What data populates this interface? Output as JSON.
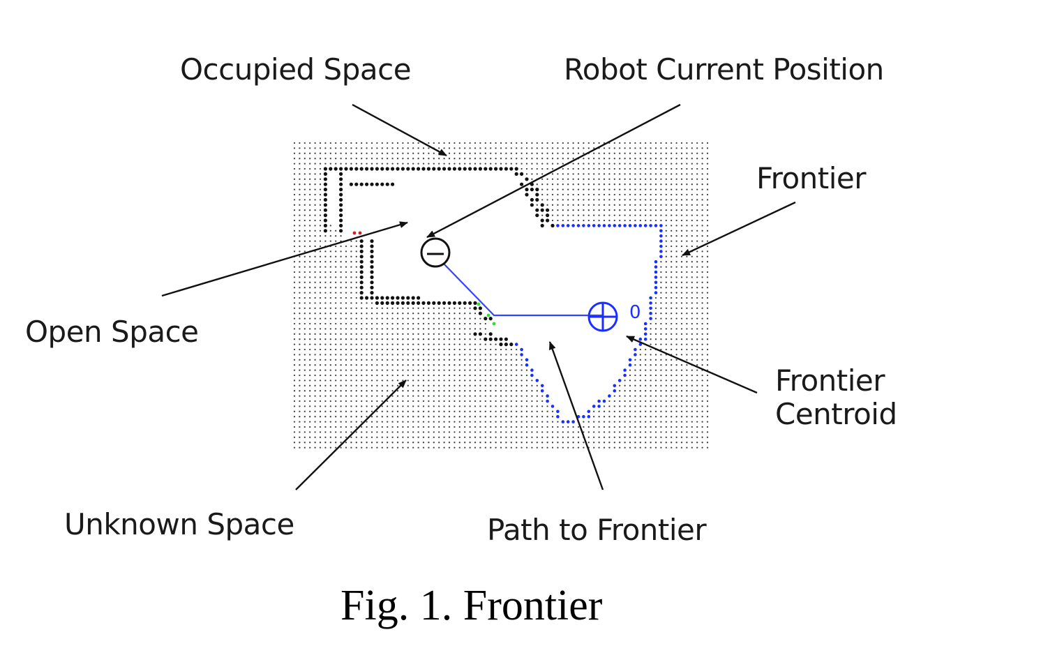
{
  "labels": {
    "occupied_space": "Occupied Space",
    "robot_current_position": "Robot Current Position",
    "frontier": "Frontier",
    "open_space": "Open Space",
    "frontier_centroid_line1": "Frontier",
    "frontier_centroid_line2": "Centroid",
    "unknown_space": "Unknown Space",
    "path_to_frontier": "Path to Frontier",
    "frontier_index": "0"
  },
  "caption": "Fig. 1. Frontier",
  "colors": {
    "unknown_dot": "#444444",
    "occupied_dot": "#111111",
    "frontier_dot": "#1a2fff",
    "path_line": "#3344ff",
    "green_dot": "#33dd33",
    "red_dot": "#cc2222"
  },
  "icons": {
    "robot": "robot-position-icon",
    "centroid": "centroid-crosshair-icon"
  }
}
